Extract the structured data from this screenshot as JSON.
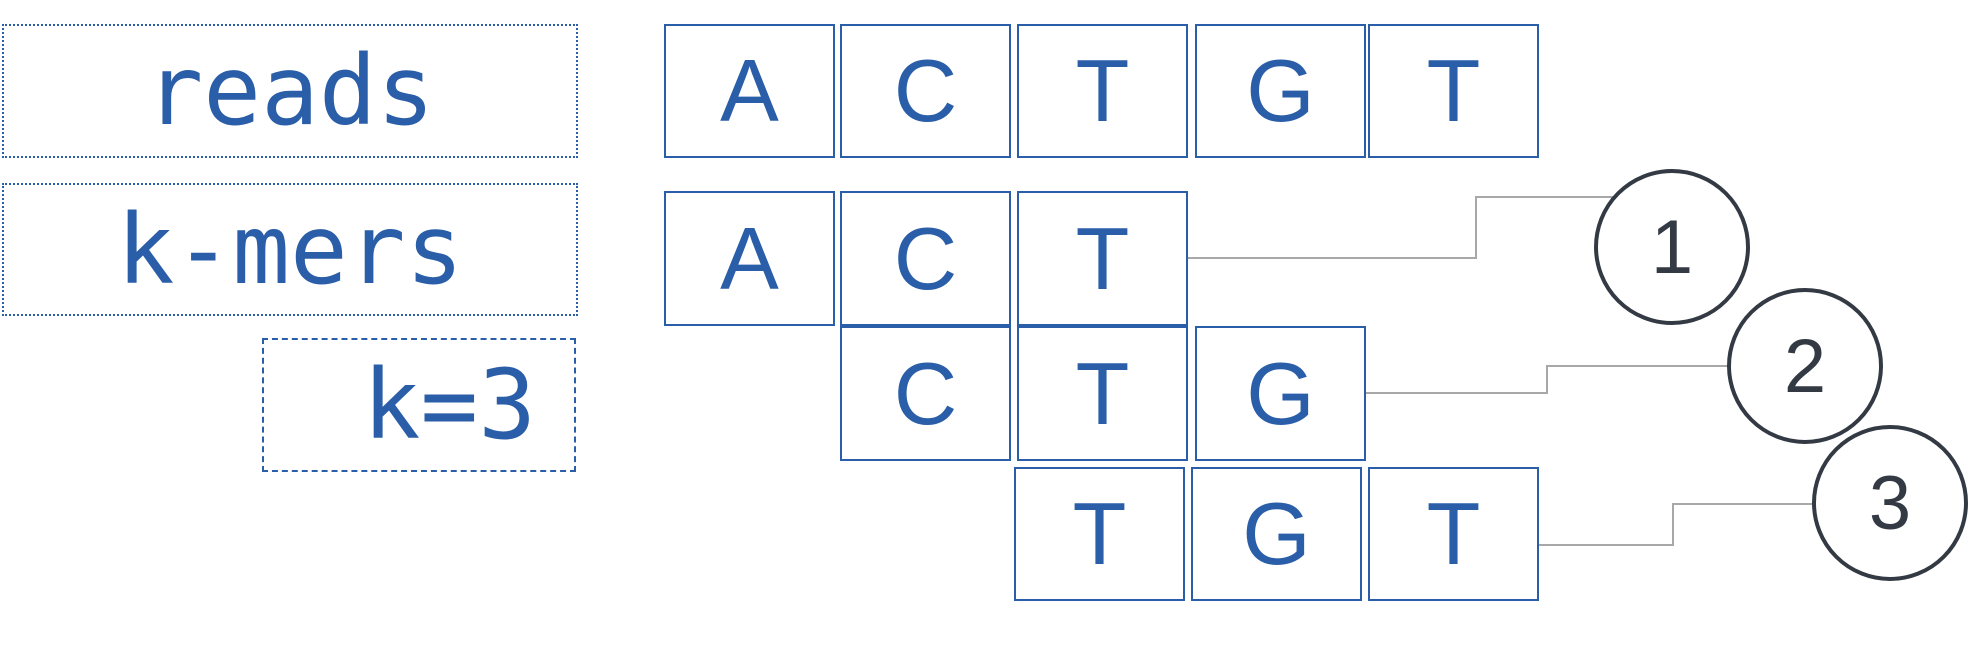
{
  "labels": {
    "reads": "reads",
    "kmers": "k-mers",
    "k": "k=3"
  },
  "read": [
    "A",
    "C",
    "T",
    "G",
    "T"
  ],
  "kmers": [
    {
      "bases": [
        "A",
        "C",
        "T"
      ],
      "index": "1"
    },
    {
      "bases": [
        "C",
        "T",
        "G"
      ],
      "index": "2"
    },
    {
      "bases": [
        "T",
        "G",
        "T"
      ],
      "index": "3"
    }
  ],
  "colors": {
    "accent": "#2a5ea8",
    "circle": "#333a44",
    "connector": "#a8a8a8"
  }
}
